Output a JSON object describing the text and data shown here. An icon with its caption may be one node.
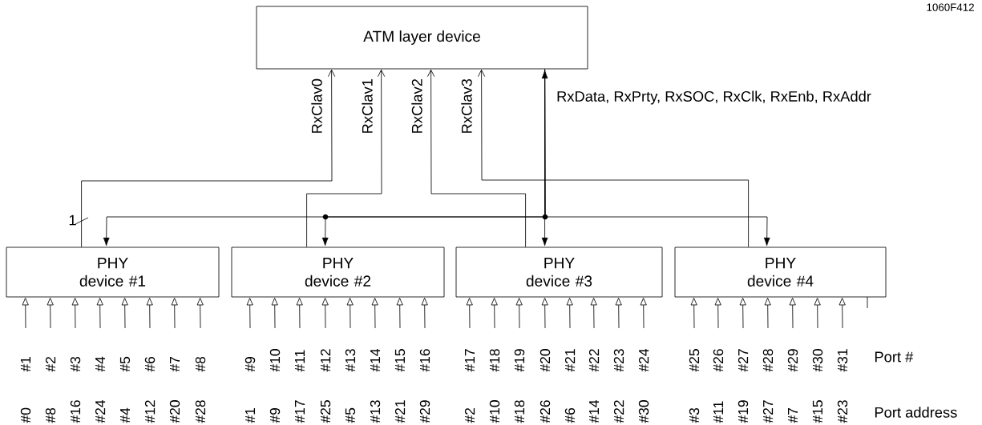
{
  "diagram": {
    "nodes": [
      {
        "text": [
          "ATM layer device"
        ]
      },
      {
        "text": [
          "PHY device #1"
        ]
      },
      {
        "text": [
          "PHY device #2"
        ]
      },
      {
        "text": [
          "PHY device #3"
        ]
      },
      {
        "text": [
          "PHY device #4"
        ]
      }
    ],
    "edges": [
      {
        "from": 1,
        "to": 0,
        "arrow": "to",
        "label": "RxClav0"
      },
      {
        "from": 2,
        "to": 0,
        "arrow": "to",
        "label": "RxClav1"
      },
      {
        "from": 3,
        "to": 0,
        "arrow": "to",
        "label": "RxClav2"
      },
      {
        "from": 4,
        "to": 0,
        "arrow": "to",
        "label": "RxClav3"
      },
      {
        "from": 0,
        "to": 3,
        "arrow": "both",
        "label": "RxData, RxPrty, RxSOC, RxClk, RxEnb, RxAddr"
      },
      {
        "from": 0,
        "to": 1,
        "arrow": "to"
      },
      {
        "from": 0,
        "to": 2,
        "arrow": "to"
      },
      {
        "from": 0,
        "to": 4,
        "arrow": "to"
      },
      {
        "from": null,
        "to": 1,
        "arrow": "to"
      },
      {
        "from": null,
        "to": 1,
        "arrow": "to"
      },
      {
        "from": null,
        "to": 1,
        "arrow": "to"
      },
      {
        "from": null,
        "to": 1,
        "arrow": "to"
      },
      {
        "from": null,
        "to": 1,
        "arrow": "to"
      },
      {
        "from": null,
        "to": 1,
        "arrow": "to"
      },
      {
        "from": null,
        "to": 1,
        "arrow": "to"
      },
      {
        "from": null,
        "to": 1,
        "arrow": "to"
      },
      {
        "from": null,
        "to": 2,
        "arrow": "to"
      },
      {
        "from": null,
        "to": 2,
        "arrow": "to"
      },
      {
        "from": null,
        "to": 2,
        "arrow": "to"
      },
      {
        "from": null,
        "to": 2,
        "arrow": "to"
      },
      {
        "from": null,
        "to": 2,
        "arrow": "to"
      },
      {
        "from": null,
        "to": 2,
        "arrow": "to"
      },
      {
        "from": null,
        "to": 2,
        "arrow": "to"
      },
      {
        "from": null,
        "to": 2,
        "arrow": "to"
      },
      {
        "from": null,
        "to": 3,
        "arrow": "to"
      },
      {
        "from": null,
        "to": 3,
        "arrow": "to"
      },
      {
        "from": null,
        "to": 3,
        "arrow": "to"
      },
      {
        "from": null,
        "to": 3,
        "arrow": "to"
      },
      {
        "from": null,
        "to": 3,
        "arrow": "to"
      },
      {
        "from": null,
        "to": 3,
        "arrow": "to"
      },
      {
        "from": null,
        "to": 3,
        "arrow": "to"
      },
      {
        "from": null,
        "to": 3,
        "arrow": "to"
      },
      {
        "from": null,
        "to": 4,
        "arrow": "to"
      },
      {
        "from": null,
        "to": 4,
        "arrow": "to"
      },
      {
        "from": null,
        "to": 4,
        "arrow": "to"
      },
      {
        "from": null,
        "to": 4,
        "arrow": "to"
      },
      {
        "from": null,
        "to": 4,
        "arrow": "to"
      },
      {
        "from": null,
        "to": 4,
        "arrow": "to"
      },
      {
        "from": null,
        "to": 4,
        "arrow": "to"
      }
    ],
    "labels": [
      "1060F412",
      "1",
      "#1",
      "#2",
      "#3",
      "#4",
      "#5",
      "#6",
      "#7",
      "#8",
      "#9",
      "#10",
      "#11",
      "#12",
      "#13",
      "#14",
      "#15",
      "#16",
      "#17",
      "#18",
      "#19",
      "#20",
      "#21",
      "#22",
      "#23",
      "#24",
      "#25",
      "#26",
      "#27",
      "#28",
      "#29",
      "#30",
      "#31",
      "Port #",
      "#0",
      "#8",
      "#16",
      "#24",
      "#4",
      "#12",
      "#20",
      "#28",
      "#1",
      "#9",
      "#17",
      "#25",
      "#5",
      "#13",
      "#21",
      "#29",
      "#2",
      "#10",
      "#18",
      "#26",
      "#6",
      "#14",
      "#22",
      "#30",
      "#3",
      "#11",
      "#19",
      "#27",
      "#7",
      "#15",
      "#23",
      "Port address"
    ]
  }
}
